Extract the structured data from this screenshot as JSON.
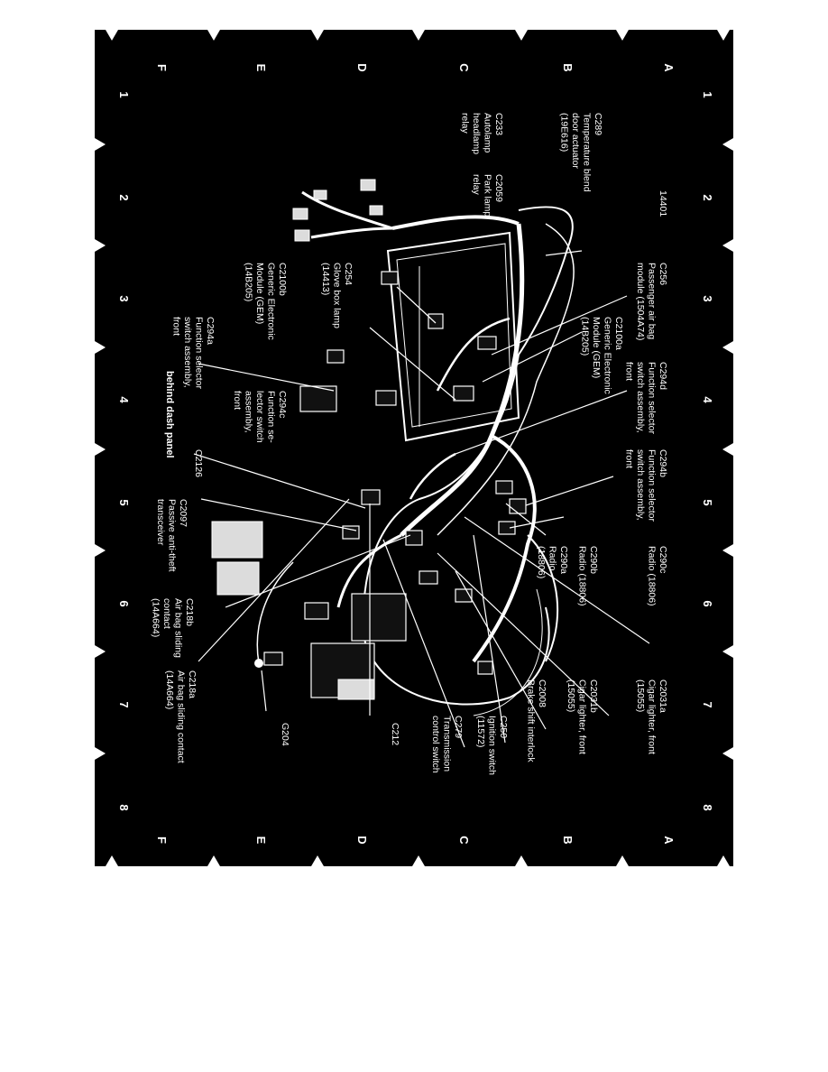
{
  "grid": {
    "letters": [
      "A",
      "B",
      "C",
      "D",
      "E",
      "F"
    ],
    "numbers": [
      "1",
      "2",
      "3",
      "4",
      "5",
      "6",
      "7",
      "8"
    ]
  },
  "caption": "behind dash panel",
  "callouts": [
    {
      "id": "c289",
      "lines": [
        "C289",
        "Temperature blend",
        "door actuator",
        "(19E616)"
      ]
    },
    {
      "id": "c233",
      "lines": [
        "C233",
        "Autolamp",
        "headlamp",
        "relay"
      ]
    },
    {
      "id": "c2059",
      "lines": [
        "C2059",
        "Park lamp",
        "relay"
      ]
    },
    {
      "id": "p14401",
      "lines": [
        "14401"
      ]
    },
    {
      "id": "c256",
      "lines": [
        "C256",
        "Passenger air bag",
        "module (1504A74)"
      ]
    },
    {
      "id": "c254",
      "lines": [
        "C254",
        "Glove box lamp",
        "(14413)"
      ]
    },
    {
      "id": "c2100b",
      "lines": [
        "C2100b",
        "Generic Electronic",
        "Module (GEM)",
        "(14B205)"
      ]
    },
    {
      "id": "c2100a",
      "lines": [
        "C2100a",
        "Generic Electronic",
        "Module (GEM)",
        "(14B205)"
      ]
    },
    {
      "id": "c294a",
      "lines": [
        "C294a",
        "Function selector",
        "switch assembly,",
        "front"
      ]
    },
    {
      "id": "c294c",
      "lines": [
        "C294c",
        "Function se-",
        "lector switch",
        "assembly,",
        "front"
      ]
    },
    {
      "id": "c294d",
      "lines": [
        "C294d",
        "Function selector",
        "switch assembly,",
        "front"
      ]
    },
    {
      "id": "c2126",
      "lines": [
        "C2126"
      ]
    },
    {
      "id": "c294b",
      "lines": [
        "C294b",
        "Function selector",
        "switch assembly,",
        "front"
      ]
    },
    {
      "id": "c2097",
      "lines": [
        "C2097",
        "Passive anti-theft",
        "transceiver"
      ]
    },
    {
      "id": "c290c",
      "lines": [
        "C290c",
        "Radio (18806)"
      ]
    },
    {
      "id": "c290b",
      "lines": [
        "C290b",
        "Radio (18806)"
      ]
    },
    {
      "id": "c290a",
      "lines": [
        "C290a",
        "Radio",
        "(18806)"
      ]
    },
    {
      "id": "c218b",
      "lines": [
        "C218b",
        "Air bag sliding",
        "contact",
        "(14A664)"
      ]
    },
    {
      "id": "c218a",
      "lines": [
        "C218a",
        "Air bag sliding contact",
        "(14A664)"
      ]
    },
    {
      "id": "c2031a",
      "lines": [
        "C2031a",
        "Cigar lighter, front",
        "(15055)"
      ]
    },
    {
      "id": "c2031b",
      "lines": [
        "C2031b",
        "Cigar lighter, front",
        "(15055)"
      ]
    },
    {
      "id": "c2008",
      "lines": [
        "C2008",
        "Brake shift interlock"
      ]
    },
    {
      "id": "c250",
      "lines": [
        "C250",
        "Ignition switch",
        "(11572)"
      ]
    },
    {
      "id": "c279",
      "lines": [
        "C279",
        "Transmission",
        "control switch"
      ]
    },
    {
      "id": "c212",
      "lines": [
        "C212"
      ]
    },
    {
      "id": "g204",
      "lines": [
        "G204"
      ]
    }
  ]
}
